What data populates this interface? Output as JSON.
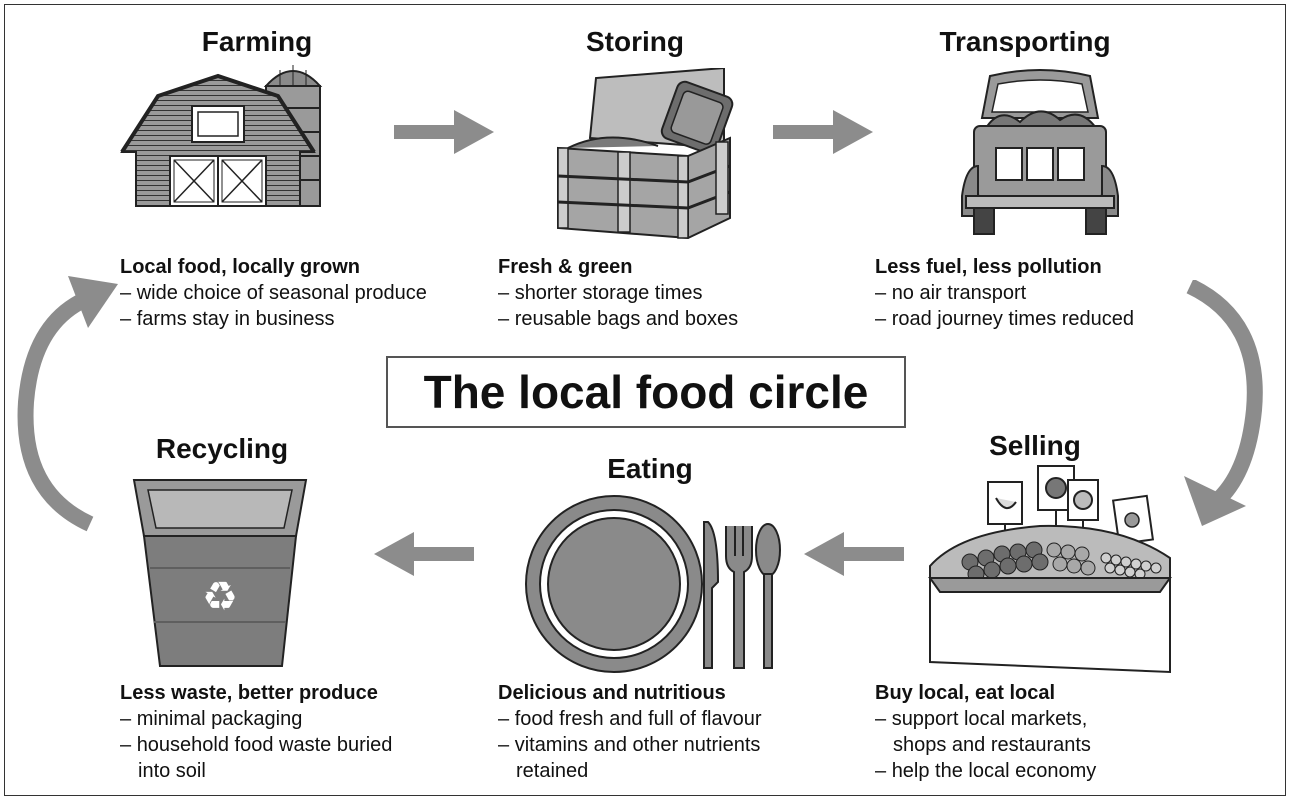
{
  "title": "The local food circle",
  "stages": {
    "farming": {
      "title": "Farming",
      "heading": "Local food, locally grown",
      "points": [
        "wide choice of seasonal produce",
        "farms stay in business"
      ]
    },
    "storing": {
      "title": "Storing",
      "heading": "Fresh & green",
      "points": [
        "shorter storage times",
        "reusable bags and boxes"
      ]
    },
    "transporting": {
      "title": "Transporting",
      "heading": "Less fuel, less pollution",
      "points": [
        "no air transport",
        "road journey times reduced"
      ]
    },
    "selling": {
      "title": "Selling",
      "heading": "Buy local, eat local",
      "points": [
        "support local markets, shops and restaurants",
        "help the local economy"
      ]
    },
    "eating": {
      "title": "Eating",
      "heading": "Delicious and nutritious",
      "points": [
        "food fresh and full of flavour",
        "vitamins and other nutrients retained"
      ]
    },
    "recycling": {
      "title": "Recycling",
      "heading": "Less waste, better produce",
      "points": [
        "minimal packaging",
        "household food waste buried into soil"
      ]
    }
  },
  "colors": {
    "arrow": "#8c8c8c",
    "outline": "#222222",
    "fill": "#9a9a9a"
  },
  "icons": [
    "barn-icon",
    "crate-icon",
    "truck-icon",
    "market-stall-icon",
    "plate-cutlery-icon",
    "recycle-bin-icon"
  ]
}
